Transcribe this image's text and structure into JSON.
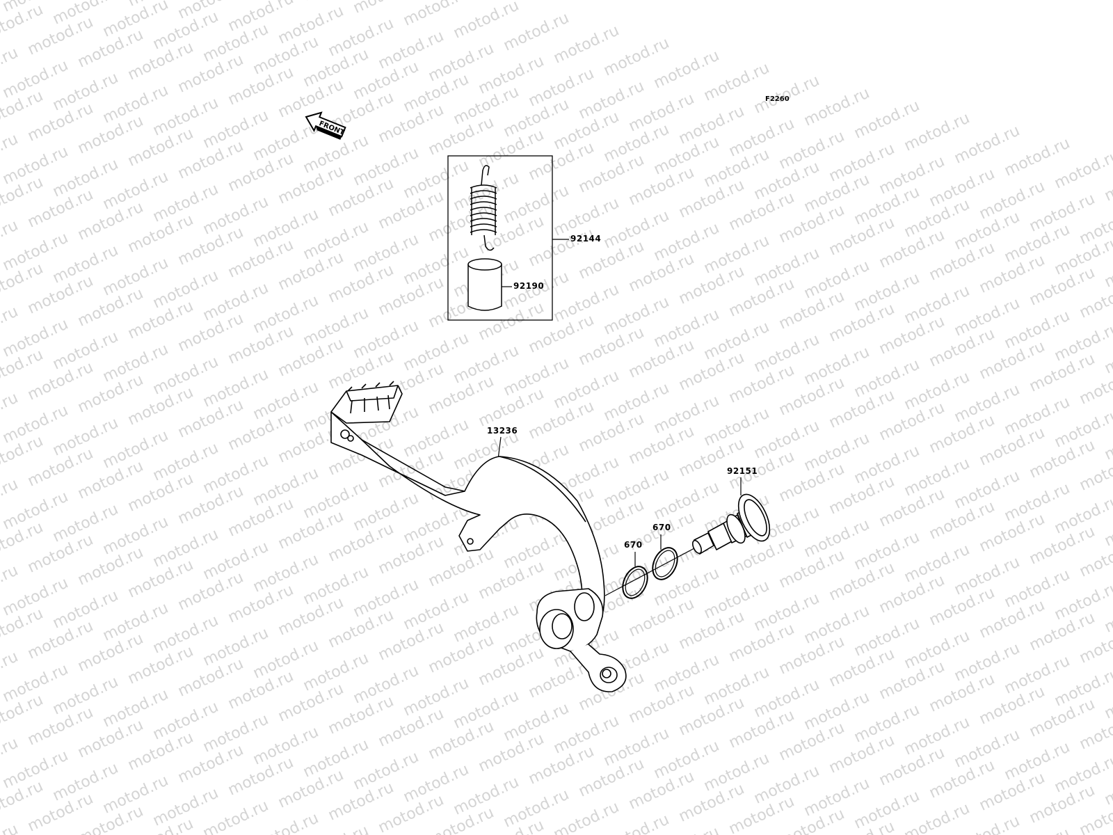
{
  "diagram": {
    "code": "F2260",
    "front_label": "FRONT",
    "watermark_text": "motod.ru",
    "parts": [
      {
        "number": "92144"
      },
      {
        "number": "92190"
      },
      {
        "number": "13236"
      },
      {
        "number": "92151"
      },
      {
        "number": "670"
      },
      {
        "number": "670"
      }
    ],
    "line_color": "#000000",
    "watermark_color": "#d4d4d4"
  }
}
